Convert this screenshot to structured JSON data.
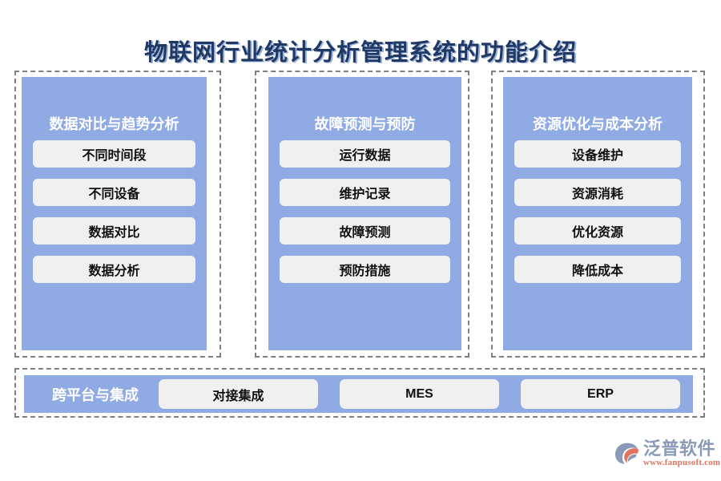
{
  "page": {
    "title": "物联网行业统计分析管理系统的功能介绍",
    "background_color": "#FFFFFF",
    "accent_blue": "#90AAE4",
    "title_color": "#1F3864",
    "pill_color": "#F0F0F0",
    "dashed_border_color": "#808080"
  },
  "columns": [
    {
      "heading": "数据对比与趋势分析",
      "items": [
        "不同时间段",
        "不同设备",
        "数据对比",
        "数据分析"
      ]
    },
    {
      "heading": "故障预测与预防",
      "items": [
        "运行数据",
        "维护记录",
        "故障预测",
        "预防措施"
      ]
    },
    {
      "heading": "资源优化与成本分析",
      "items": [
        "设备维护",
        "资源消耗",
        "优化资源",
        "降低成本"
      ]
    }
  ],
  "bottom_bar": {
    "label": "跨平台与集成",
    "items": [
      "对接集成",
      "MES",
      "ERP"
    ]
  },
  "logo": {
    "name": "泛普软件",
    "url": "www.fanpusoft.com",
    "mark_color_blue": "#8A99B8",
    "mark_color_orange": "#E2725B"
  }
}
